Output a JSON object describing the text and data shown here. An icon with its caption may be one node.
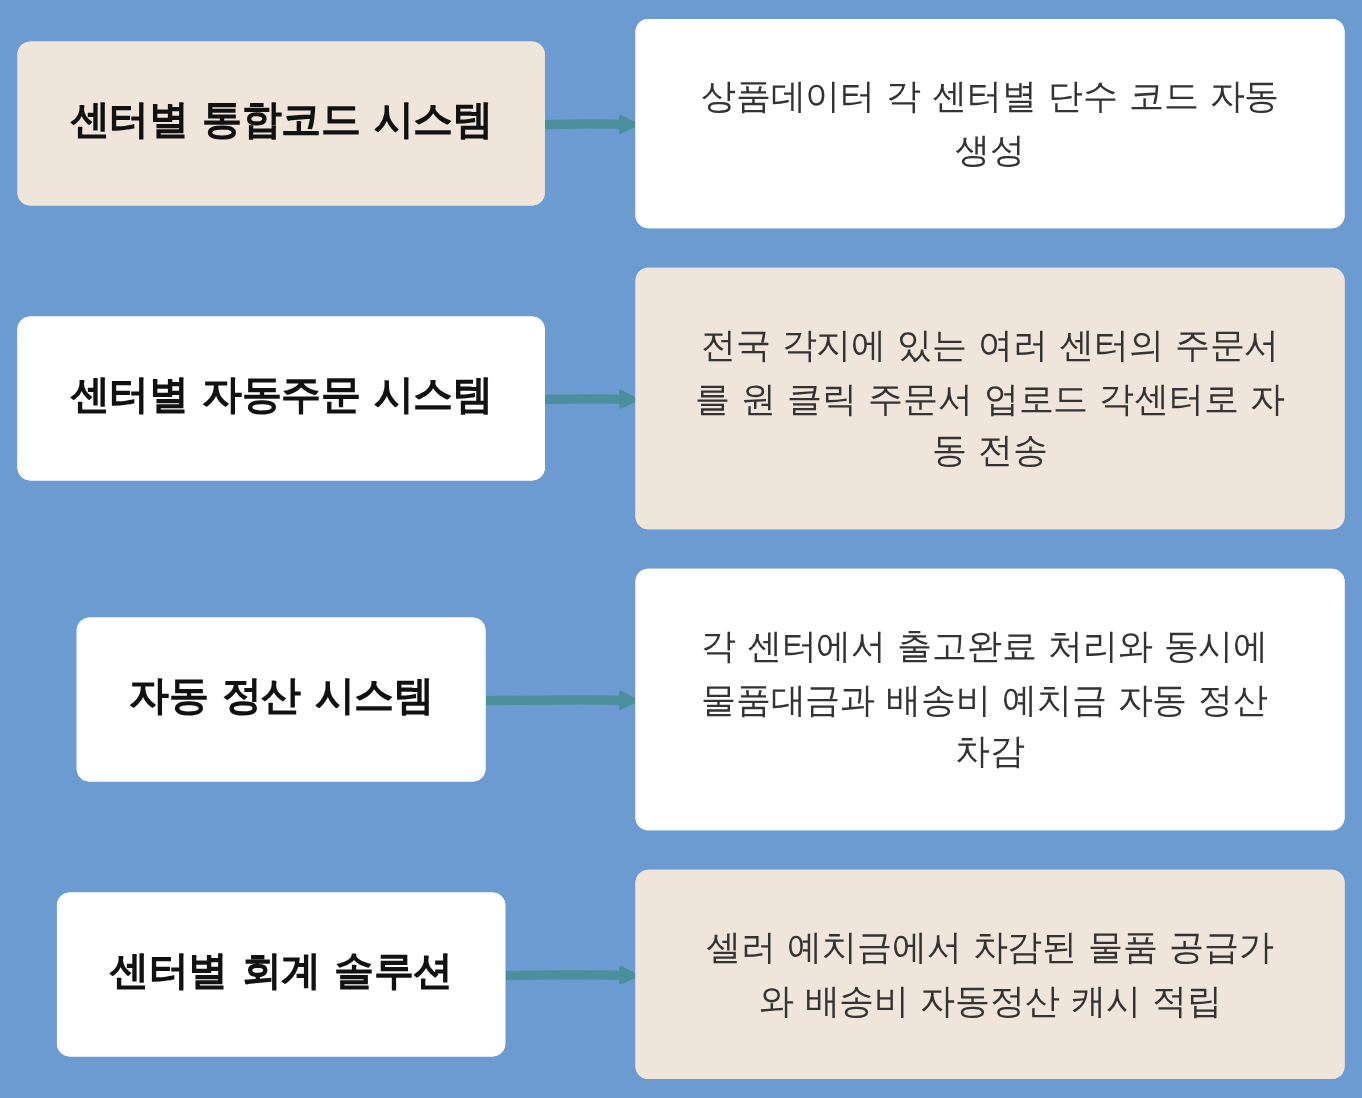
{
  "diagram": {
    "nodes": [
      {
        "text": [
          "센터별 통합코드 시스템"
        ]
      },
      {
        "text": [
          "상품데이터 각 센터별 단수 코드 자동생성"
        ]
      },
      {
        "text": [
          "센터별 자동주문 시스템"
        ]
      },
      {
        "text": [
          "전국 각지에 있는 여러 센터의 주문서를 원 클릭 주문서 업로드 각센터로 자동 전송"
        ]
      },
      {
        "text": [
          "자동 정산 시스템"
        ]
      },
      {
        "text": [
          "각 센터에서 출고완료 처리와 동시에 물품대금과 배송비 예치금 자동 정산 차감"
        ]
      },
      {
        "text": [
          "센터별 회계 솔루션"
        ]
      },
      {
        "text": [
          "셀러 예치금에서 차감된 물품 공급가와 배송비 자동정산 캐시 적립"
        ]
      }
    ],
    "edges": [
      {
        "from": 0,
        "to": 1,
        "arrow": "to"
      },
      {
        "from": 2,
        "to": 3,
        "arrow": "to"
      },
      {
        "from": 4,
        "to": 5,
        "arrow": "to"
      },
      {
        "from": 6,
        "to": 7,
        "arrow": "to"
      }
    ]
  }
}
